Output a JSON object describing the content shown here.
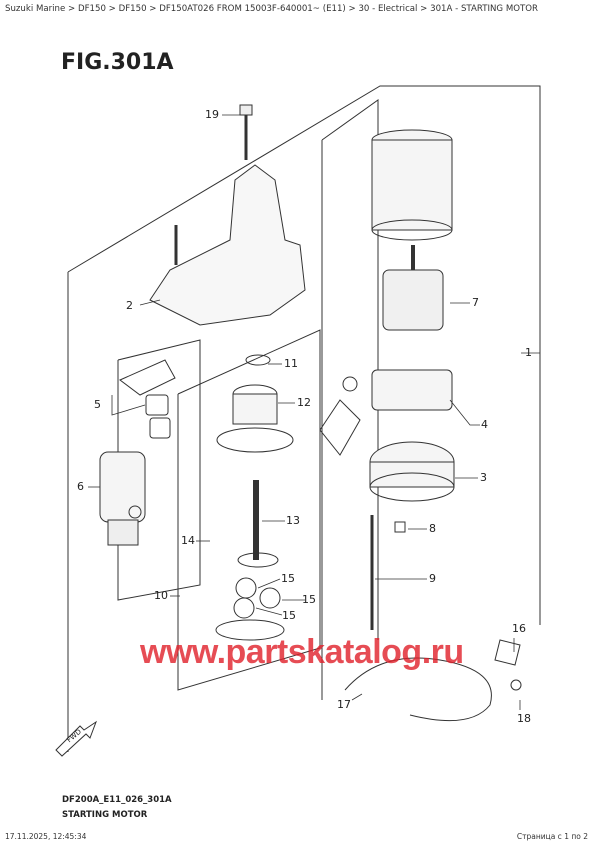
{
  "breadcrumb": "Suzuki Marine > DF150 > DF150 > DF150AT026 FROM 15003F-640001~ (E11) > 30 - Electrical > 301A - STARTING MOTOR",
  "figure_title": "FIG.301A",
  "callouts": [
    "19",
    "2",
    "11",
    "12",
    "5",
    "6",
    "13",
    "14",
    "15",
    "15",
    "15",
    "10",
    "7",
    "1",
    "4",
    "3",
    "8",
    "9",
    "16",
    "17",
    "18"
  ],
  "watermark": "www.partskatalog.ru",
  "fwd_label": "FWD",
  "diagram_code": "DF200A_E11_026_301A",
  "diagram_title": "STARTING MOTOR",
  "footer": {
    "datetime": "17.11.2025, 12:45:34",
    "page": "Страница с 1 по 2"
  },
  "colors": {
    "watermark": "#e0202a",
    "line": "#333333"
  }
}
